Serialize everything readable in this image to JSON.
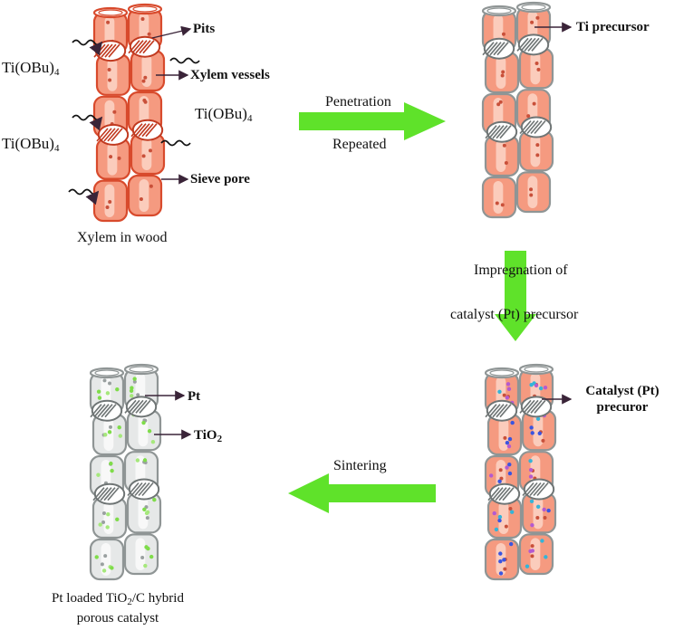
{
  "colors": {
    "wood_outline": "#d84a2c",
    "wood_fill": "#f59a80",
    "grey_outline": "#8f9595",
    "grey_fill": "#e6e8e8",
    "arrow_green": "#5fe22a",
    "pointer": "#3a2438",
    "pt_dot": "#7fdc4a",
    "precursor_dot_blue": "#3b55e0",
    "precursor_dot_cyan": "#34b4d8"
  },
  "icons": [
    "wavy-arrow-icon",
    "pointer-arrow-icon",
    "block-arrow-icon"
  ],
  "panel_wood": {
    "pits": "Pits",
    "xylem_vessels": "Xylem vessels",
    "sieve_pore": "Sieve pore",
    "reagent": "Ti(OBu)",
    "reagent_sub": "4",
    "caption": "Xylem in wood"
  },
  "step_penetration": {
    "line1": "Penetration",
    "line2": "Repeated"
  },
  "panel_ti": {
    "ti_precursor": "Ti precursor"
  },
  "step_impregnation": {
    "line1": "Impregnation of",
    "line2": "catalyst (Pt) precursor"
  },
  "panel_pt_precursor": {
    "line1": "Catalyst (Pt)",
    "line2": "precuror"
  },
  "step_sintering": {
    "label": "Sintering"
  },
  "panel_final": {
    "pt": "Pt",
    "tio2_main": "TiO",
    "tio2_sub": "2",
    "caption_pre": "Pt loaded TiO",
    "caption_sub": "2",
    "caption_post": "/C hybrid",
    "caption_line2": "porous catalyst"
  }
}
